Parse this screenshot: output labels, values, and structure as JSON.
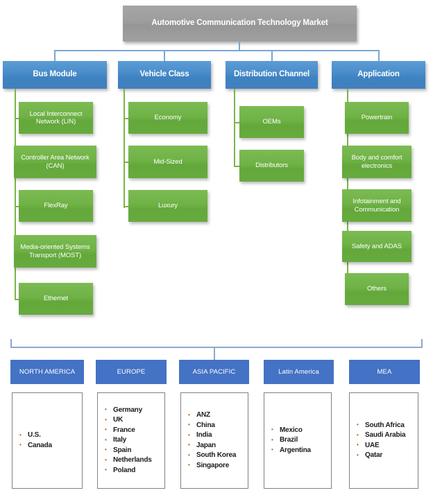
{
  "diagram": {
    "root": {
      "label": "Automotive Communication Technology Market"
    },
    "categories": [
      {
        "label": "Bus Module",
        "items": [
          {
            "label": "Local Interconnect Network (LIN)"
          },
          {
            "label": "Controller Area Network (CAN)"
          },
          {
            "label": "FlexRay"
          },
          {
            "label": "Media-oriented Systems Transport (MOST)"
          },
          {
            "label": "Ethernet"
          }
        ]
      },
      {
        "label": "Vehicle Class",
        "items": [
          {
            "label": "Economy"
          },
          {
            "label": "Mid-Sized"
          },
          {
            "label": "Luxury"
          }
        ]
      },
      {
        "label": "Distribution Channel",
        "items": [
          {
            "label": "OEMs"
          },
          {
            "label": "Distributors"
          }
        ]
      },
      {
        "label": "Application",
        "items": [
          {
            "label": "Powertrain"
          },
          {
            "label": "Body and comfort electronics"
          },
          {
            "label": "Infotainment and Communication"
          },
          {
            "label": "Safety and ADAS"
          },
          {
            "label": "Others"
          }
        ]
      }
    ],
    "regions": [
      {
        "label": "NORTH AMERICA",
        "countries": [
          "U.S.",
          "Canada"
        ]
      },
      {
        "label": "EUROPE",
        "countries": [
          "Germany",
          "UK",
          "France",
          "Italy",
          "Spain",
          "Netherlands",
          "Poland"
        ]
      },
      {
        "label": "ASIA PACIFIC",
        "countries": [
          "ANZ",
          "China",
          "India",
          "Japan",
          "South Korea",
          "Singapore"
        ]
      },
      {
        "label": "Latin America",
        "countries": [
          "Mexico",
          "Brazil",
          "Argentina"
        ]
      },
      {
        "label": "MEA",
        "countries": [
          "South Africa",
          "Saudi Arabia",
          "UAE",
          "Qatar"
        ]
      }
    ],
    "colors": {
      "root_fill": "#9d9d9d",
      "category_fill": "#4a8ecb",
      "leaf_fill": "#6fb246",
      "region_fill": "#4472c4",
      "connector_blue": "#7aa6d6",
      "connector_green": "#7cb34a",
      "list_border": "#808080",
      "bullet": "#c06a11"
    }
  }
}
